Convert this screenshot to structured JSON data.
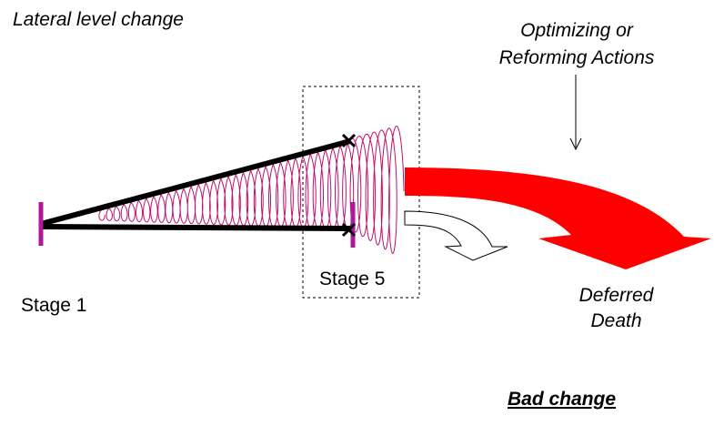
{
  "title": "Lateral level change",
  "annotation_top": {
    "line1": "Optimizing or",
    "line2": "Reforming Actions"
  },
  "stage_start": "Stage 1",
  "stage_end": "Stage 5",
  "outcome": {
    "line1": "Deferred",
    "line2": "Death"
  },
  "footer": "Bad change",
  "colors": {
    "spiral": "#c0106f",
    "stage_marker": "#b0189a",
    "big_arrow": "#ff0000",
    "lines": "#000000"
  }
}
